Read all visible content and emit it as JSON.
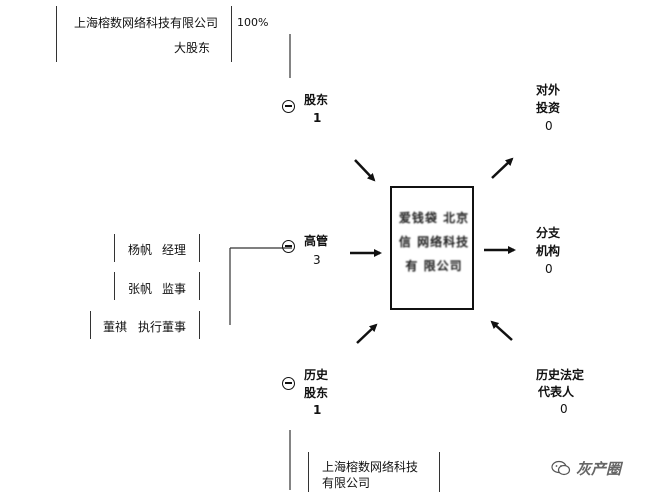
{
  "top_shareholder": {
    "name": "上海榕数网络科技有限公司",
    "role": "大股东",
    "percent": "100%"
  },
  "shareholders": {
    "label": "股东",
    "count": "1"
  },
  "management": {
    "label": "高管",
    "count": "3",
    "people": [
      {
        "name": "杨帆",
        "title": "经理"
      },
      {
        "name": "张帆",
        "title": "监事"
      },
      {
        "name": "董祺",
        "title": "执行董事"
      }
    ]
  },
  "history_shareholders": {
    "label_line1": "历史",
    "label_line2": "股东",
    "count": "1"
  },
  "history_company": {
    "line1": "上海榕数网络科技",
    "line2": "有限公司"
  },
  "center": {
    "text": "爱钱袋 北京 信 网络科技有 限公司"
  },
  "investment": {
    "label_line1": "对外",
    "label_line2": "投资",
    "count": "0"
  },
  "branch": {
    "label_line1": "分支",
    "label_line2": "机构",
    "count": "0"
  },
  "legal_rep": {
    "label_line1": "历史法定",
    "label_line2": "代表人",
    "count": "0"
  },
  "watermark": {
    "text": "灰产圈",
    "icon": "wechat-icon"
  }
}
